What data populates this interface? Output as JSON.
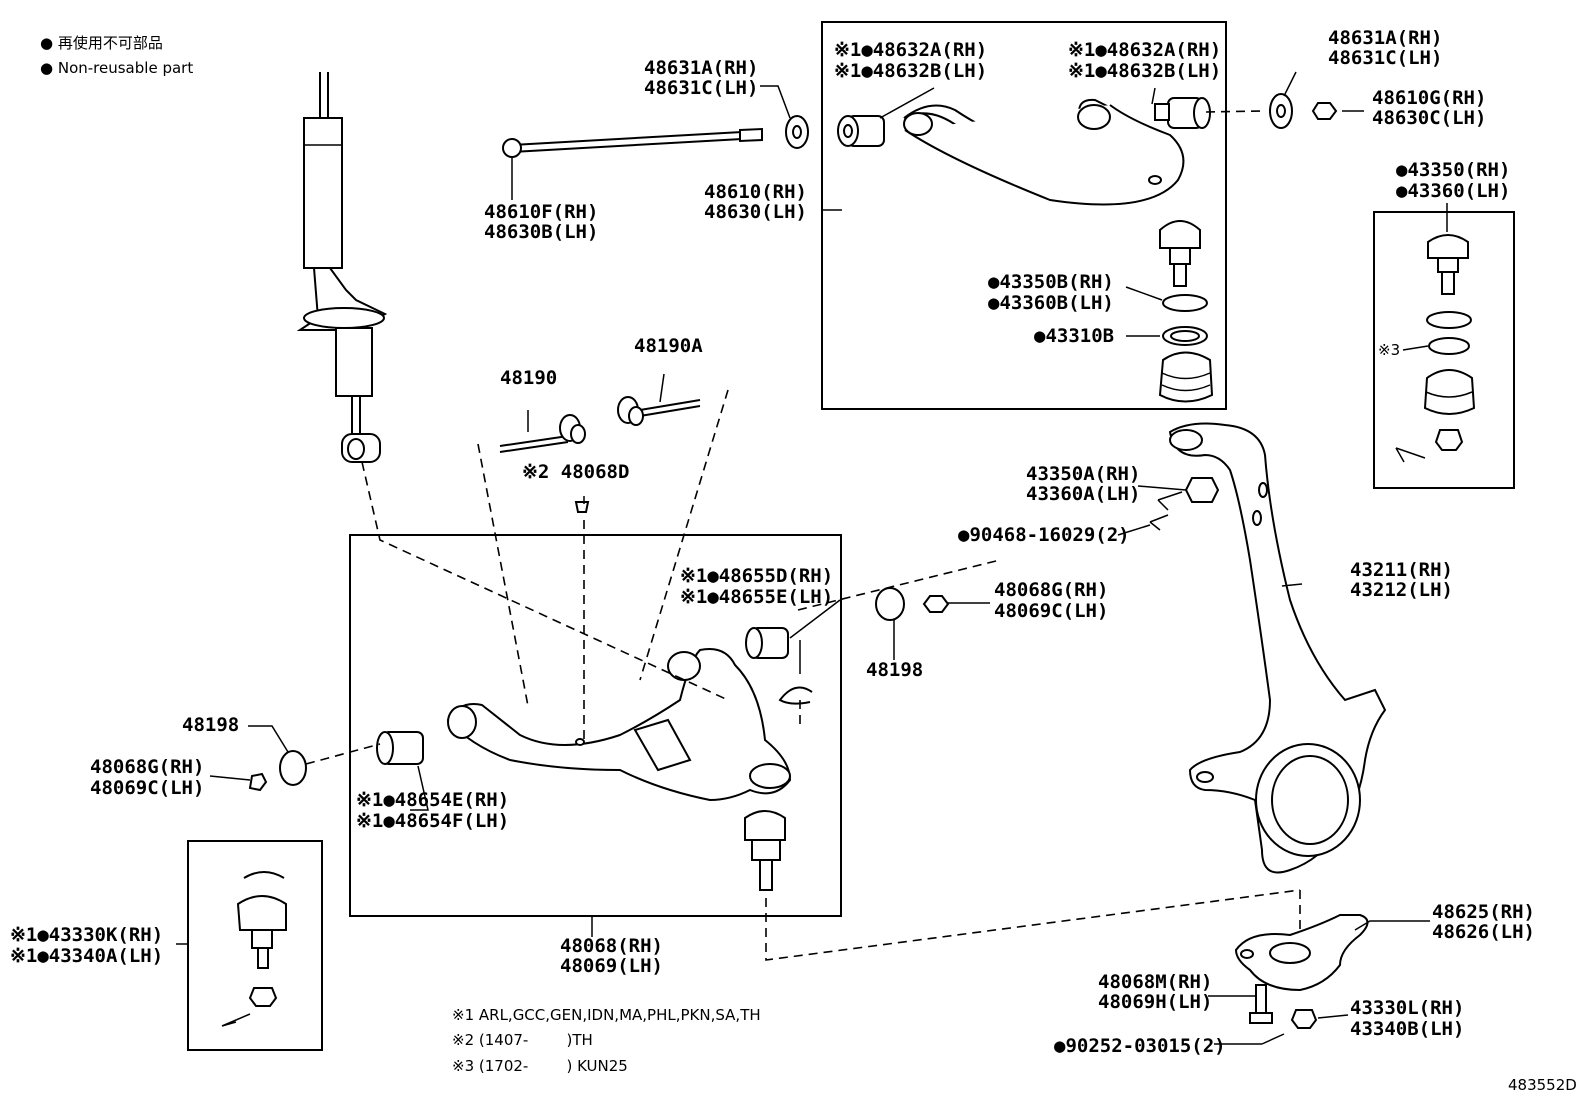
{
  "legend": {
    "ja": "● 再使用不可部品",
    "en": "● Non-reusable part"
  },
  "labels": {
    "shock_mount_rh": "48631A(RH)",
    "shock_mount_lh": "48631C(LH)",
    "rod_rh": "48610F(RH)",
    "rod_lh": "48630B(LH)",
    "upper_arm_rh": "48610(RH)",
    "upper_arm_lh": "48630(LH)",
    "upper_bush_l_rh": "※1●48632A(RH)",
    "upper_bush_l_lh": "※1●48632B(LH)",
    "upper_bush_r_rh": "※1●48632A(RH)",
    "upper_bush_r_lh": "※1●48632B(LH)",
    "top_right_rh": "48631A(RH)",
    "top_right_lh": "48631C(LH)",
    "nut_rh": "48610G(RH)",
    "nut_lh": "48630C(LH)",
    "ball_upper_rh": "●43350(RH)",
    "ball_upper_lh": "●43360(LH)",
    "upper_boot_rh": "●43350B(RH)",
    "upper_boot_lh": "●43360B(LH)",
    "upper_ring": "●43310B",
    "note3_mark": "※3",
    "bolt_48190": "48190",
    "bolt_48190a": "48190A",
    "cam_48068d": "※2 48068D",
    "knuckle_nut_rh": "43350A(RH)",
    "knuckle_nut_lh": "43360A(LH)",
    "cotter_pin": "●90468-16029(2)",
    "lower_bush_right_rh": "※1●48655D(RH)",
    "lower_bush_right_lh": "※1●48655E(LH)",
    "washer_48198_right": "48198",
    "nut_right_rh": "48068G(RH)",
    "nut_right_lh": "48069C(LH)",
    "knuckle_rh": "43211(RH)",
    "knuckle_lh": "43212(LH)",
    "washer_48198_left": "48198",
    "nut_left_rh": "48068G(RH)",
    "nut_left_lh": "48069C(LH)",
    "lower_bush_left_rh": "※1●48654E(RH)",
    "lower_bush_left_lh": "※1●48654F(LH)",
    "lower_arm_rh": "48068(RH)",
    "lower_arm_lh": "48069(LH)",
    "lower_ball_rh": "※1●43330K(RH)",
    "lower_ball_lh": "※1●43340A(LH)",
    "adapter_rh": "48625(RH)",
    "adapter_lh": "48626(LH)",
    "adapter_bolt_rh": "48068M(RH)",
    "adapter_bolt_lh": "48069H(LH)",
    "adapter_nut_rh": "43330L(RH)",
    "adapter_nut_lh": "43340B(LH)",
    "adapter_pin": "●90252-03015(2)",
    "diagram_id": "483552D"
  },
  "notes": [
    "※1 ARL,GCC,GEN,IDN,MA,PHL,PKN,SA,TH",
    "※2 (1407-        )TH",
    "※3 (1702-        ) KUN25"
  ],
  "colors": {
    "ink": "#000000",
    "paper": "#ffffff"
  }
}
